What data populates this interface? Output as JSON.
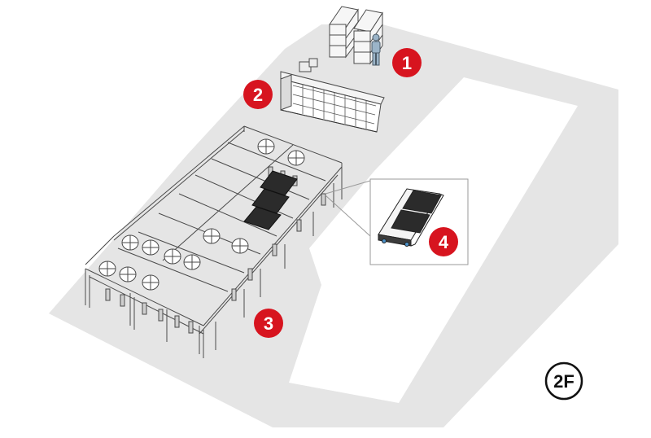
{
  "colors": {
    "floor": "#e5e5e5",
    "floor_inner": "#ffffff",
    "equipment_stroke": "#4a4a4a",
    "equipment_fill": "#f4f4f4",
    "tray_dark": "#2b2b2b",
    "badge": "#d7141f",
    "badge_text": "#ffffff",
    "callout_box": "#ffffff",
    "callout_stroke": "#9a9a9a",
    "worker": "#9bb4c8"
  },
  "markers": [
    {
      "id": "1",
      "label": "1"
    },
    {
      "id": "2",
      "label": "2"
    },
    {
      "id": "3",
      "label": "3"
    },
    {
      "id": "4",
      "label": "4"
    }
  ],
  "floor_badge": {
    "label": "2F"
  },
  "icons": {
    "worker": "person-icon",
    "shelving": "storage-rack-icon",
    "robot": "transfer-robot-icon"
  }
}
